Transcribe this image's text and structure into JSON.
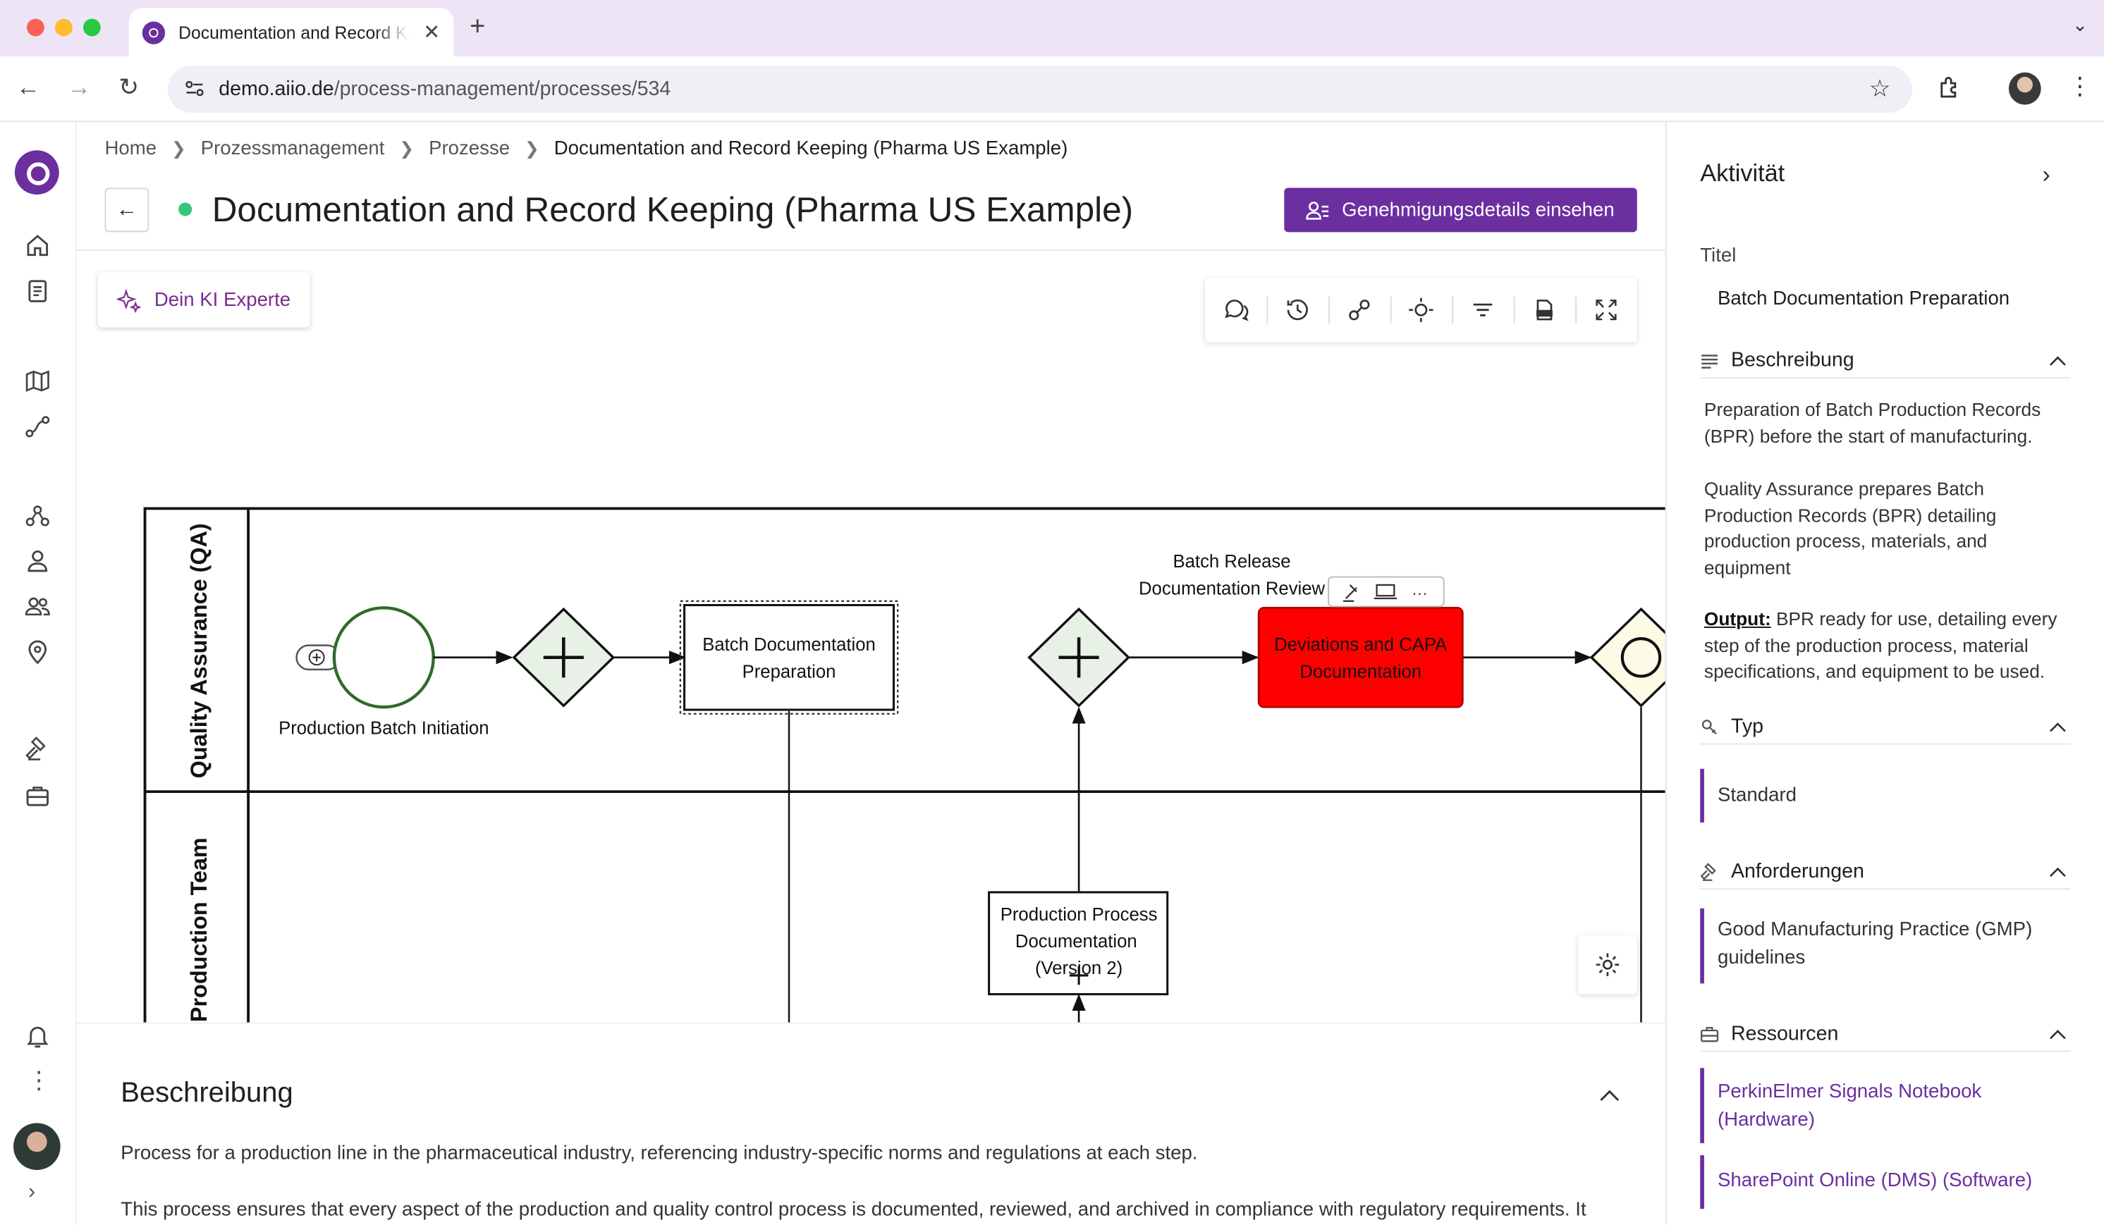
{
  "browser": {
    "tab_title": "Documentation and Record Keeping (Pharma US Example)",
    "url_host": "demo.aiio.de",
    "url_path": "/process-management/processes/534"
  },
  "breadcrumb": [
    "Home",
    "Prozessmanagement",
    "Prozesse",
    "Documentation and Record Keeping (Pharma US Example)"
  ],
  "header": {
    "title": "Documentation and Record Keeping (Pharma US Example)",
    "approval_button": "Genehmigungsdetails einsehen"
  },
  "canvas": {
    "ki_button": "Dein KI Experte",
    "toolbar_icons": [
      "comments-icon",
      "history-icon",
      "link-icon",
      "center-icon",
      "filter-icon",
      "export-icon",
      "fullscreen-icon"
    ],
    "lanes": [
      "Quality Assurance (QA)",
      "Production Team"
    ],
    "nodes": {
      "start_event": "Production Batch Initiation",
      "task_1": [
        "Batch Documentation",
        "Preparation"
      ],
      "annotation": [
        "Batch Release",
        "Documentation Review"
      ],
      "task_highlight": [
        "Deviations and CAPA",
        "Documentation"
      ],
      "task_2": [
        "Production Process",
        "Documentation",
        "(Version 2)"
      ]
    },
    "colors": {
      "highlight": "#ff0000",
      "gateway_fill": "#e8f1e6",
      "start_stroke": "#2f6b2a"
    }
  },
  "description": {
    "title": "Beschreibung",
    "paragraph_1": "Process for a production line in the pharmaceutical industry, referencing industry-specific norms and regulations at each step.",
    "paragraph_2": "This process ensures that every aspect of the production and quality control process is documented, reviewed, and archived in compliance with regulatory requirements. It"
  },
  "panel": {
    "title": "Aktivität",
    "titel_label": "Titel",
    "titel_value": "Batch Documentation Preparation",
    "beschreibung": {
      "heading": "Beschreibung",
      "p1": "Preparation of Batch Production Records (BPR) before the start of manufacturing.",
      "p2": "Quality Assurance prepares Batch Production Records (BPR) detailing production process, materials, and equipment",
      "p3_label": "Output:",
      "p3": " BPR ready for use, detailing every step of the production process, material specifications, and equipment to be used."
    },
    "typ": {
      "heading": "Typ",
      "value": "Standard"
    },
    "anforderungen": {
      "heading": "Anforderungen",
      "value": "Good Manufacturing Practice (GMP) guidelines"
    },
    "ressourcen": {
      "heading": "Ressourcen",
      "items": [
        "PerkinElmer Signals Notebook (Hardware)",
        "SharePoint Online (DMS) (Software)"
      ]
    },
    "accent_color": "#6b2fa0"
  }
}
